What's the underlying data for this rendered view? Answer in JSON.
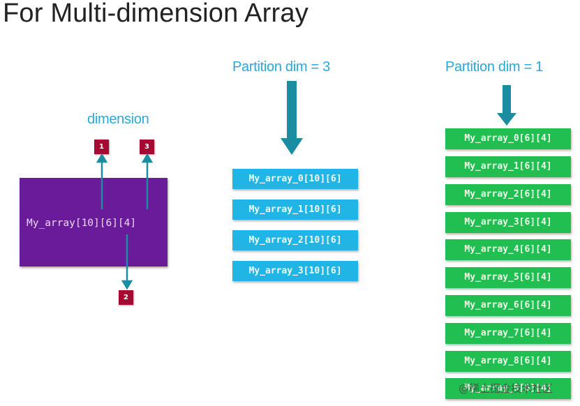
{
  "title": "For Multi-dimension Array",
  "original": {
    "heading": "dimension",
    "array_label": "My_array[10][6][4]",
    "dimension_badges": [
      "1",
      "2",
      "3"
    ]
  },
  "partition_dim3": {
    "heading": "Partition dim = 3",
    "items": [
      "My_array_0[10][6]",
      "My_array_1[10][6]",
      "My_array_2[10][6]",
      "My_array_3[10][6]"
    ]
  },
  "partition_dim1": {
    "heading": "Partition dim = 1",
    "items": [
      "My_array_0[6][4]",
      "My_array_1[6][4]",
      "My_array_2[6][4]",
      "My_array_3[6][4]",
      "My_array_4[6][4]",
      "My_array_5[6][4]",
      "My_array_6[6][4]",
      "My_array_7[6][4]",
      "My_array_8[6][4]",
      "My_array_9[6][4]"
    ]
  },
  "watermark": "@稀土掘金技术社区",
  "colors": {
    "heading": "#29a8dd",
    "array_box": "#6a1b9a",
    "badge": "#a50a32",
    "arrow": "#1a8ea0",
    "dim3_box": "#21b5e6",
    "dim1_box": "#21bf52"
  }
}
